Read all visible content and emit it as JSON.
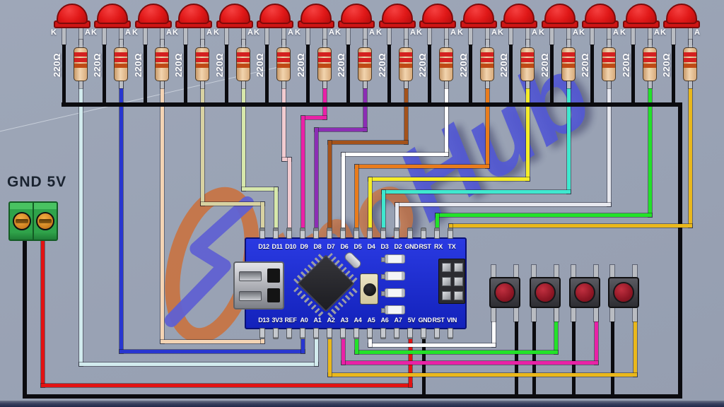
{
  "power_terminal": {
    "label": "GND 5V",
    "terminals": [
      {
        "name": "GND",
        "wire_color_name": "black",
        "wire_color": "#101013",
        "connects_to": "GND bus"
      },
      {
        "name": "5V",
        "wire_color_name": "red",
        "wire_color": "#e21313",
        "connects_to": "5V"
      }
    ]
  },
  "leds": [
    {
      "cathode_label": "K",
      "anode_label": "A",
      "resistor_label": "220Ω",
      "wire_color_name": "pale-cyan",
      "wire_color": "#d2ebee",
      "connects_to": "A1"
    },
    {
      "cathode_label": "K",
      "anode_label": "A",
      "resistor_label": "220Ω",
      "wire_color_name": "blue",
      "wire_color": "#2836d0",
      "connects_to": "A0"
    },
    {
      "cathode_label": "K",
      "anode_label": "A",
      "resistor_label": "220Ω",
      "wire_color_name": "peach",
      "wire_color": "#f4d4b4",
      "connects_to": "D13"
    },
    {
      "cathode_label": "K",
      "anode_label": "A",
      "resistor_label": "220Ω",
      "wire_color_name": "khaki",
      "wire_color": "#d8d2a2",
      "connects_to": "D12"
    },
    {
      "cathode_label": "K",
      "anode_label": "A",
      "resistor_label": "220Ω",
      "wire_color_name": "pale-green",
      "wire_color": "#d7e8ab",
      "connects_to": "D11"
    },
    {
      "cathode_label": "K",
      "anode_label": "A",
      "resistor_label": "220Ω",
      "wire_color_name": "pink",
      "wire_color": "#f2cbd0",
      "connects_to": "D10"
    },
    {
      "cathode_label": "K",
      "anode_label": "A",
      "resistor_label": "220Ω",
      "wire_color_name": "magenta",
      "wire_color": "#e921a6",
      "connects_to": "D9"
    },
    {
      "cathode_label": "K",
      "anode_label": "A",
      "resistor_label": "220Ω",
      "wire_color_name": "purple",
      "wire_color": "#8c2eb4",
      "connects_to": "D8"
    },
    {
      "cathode_label": "K",
      "anode_label": "A",
      "resistor_label": "220Ω",
      "wire_color_name": "brown",
      "wire_color": "#a4531b",
      "connects_to": "D7"
    },
    {
      "cathode_label": "K",
      "anode_label": "A",
      "resistor_label": "220Ω",
      "wire_color_name": "white",
      "wire_color": "#ffffff",
      "connects_to": "D6"
    },
    {
      "cathode_label": "K",
      "anode_label": "A",
      "resistor_label": "220Ω",
      "wire_color_name": "orange",
      "wire_color": "#e97c1c",
      "connects_to": "D5"
    },
    {
      "cathode_label": "K",
      "anode_label": "A",
      "resistor_label": "220Ω",
      "wire_color_name": "yellow",
      "wire_color": "#f5ed28",
      "connects_to": "D4"
    },
    {
      "cathode_label": "K",
      "anode_label": "A",
      "resistor_label": "220Ω",
      "wire_color_name": "cyan",
      "wire_color": "#3fe8cf",
      "connects_to": "D3"
    },
    {
      "cathode_label": "K",
      "anode_label": "A",
      "resistor_label": "220Ω",
      "wire_color_name": "silver",
      "wire_color": "#e7e8ef",
      "connects_to": "D2"
    },
    {
      "cathode_label": "K",
      "anode_label": "A",
      "resistor_label": "220Ω",
      "wire_color_name": "green",
      "wire_color": "#23e229",
      "connects_to": "RX"
    },
    {
      "cathode_label": "K",
      "anode_label": "A",
      "resistor_label": "220Ω",
      "wire_color_name": "gold",
      "wire_color": "#eab81b",
      "connects_to": "TX"
    }
  ],
  "board": {
    "top_pins": [
      "D12",
      "D11",
      "D10",
      "D9",
      "D8",
      "D7",
      "D6",
      "D5",
      "D4",
      "D3",
      "D2",
      "GND",
      "RST",
      "RX",
      "TX"
    ],
    "bottom_pins": [
      "D13",
      "3V3",
      "REF",
      "A0",
      "A1",
      "A2",
      "A3",
      "A4",
      "A5",
      "A6",
      "A7",
      "5V",
      "GND",
      "RST",
      "VIN"
    ],
    "color": "#1c2ad4"
  },
  "buttons": [
    {
      "wire_color_name": "white",
      "wire_color": "#ffffff",
      "connects_to": "A5"
    },
    {
      "wire_color_name": "green",
      "wire_color": "#23e229",
      "connects_to": "A4"
    },
    {
      "wire_color_name": "magenta",
      "wire_color": "#e921a6",
      "connects_to": "A3"
    },
    {
      "wire_color_name": "gold",
      "wire_color": "#eab81b",
      "connects_to": "A2"
    }
  ],
  "watermark": {
    "word_left": "Ino",
    "word_right": "Hub",
    "color_left": "#cf6d32",
    "color_right": "#4a4fd8"
  },
  "colors": {
    "background": "#99a2b4",
    "bus": "#0b0b0f",
    "led_body": "#e01818",
    "resistor_body": "#e7c193"
  }
}
